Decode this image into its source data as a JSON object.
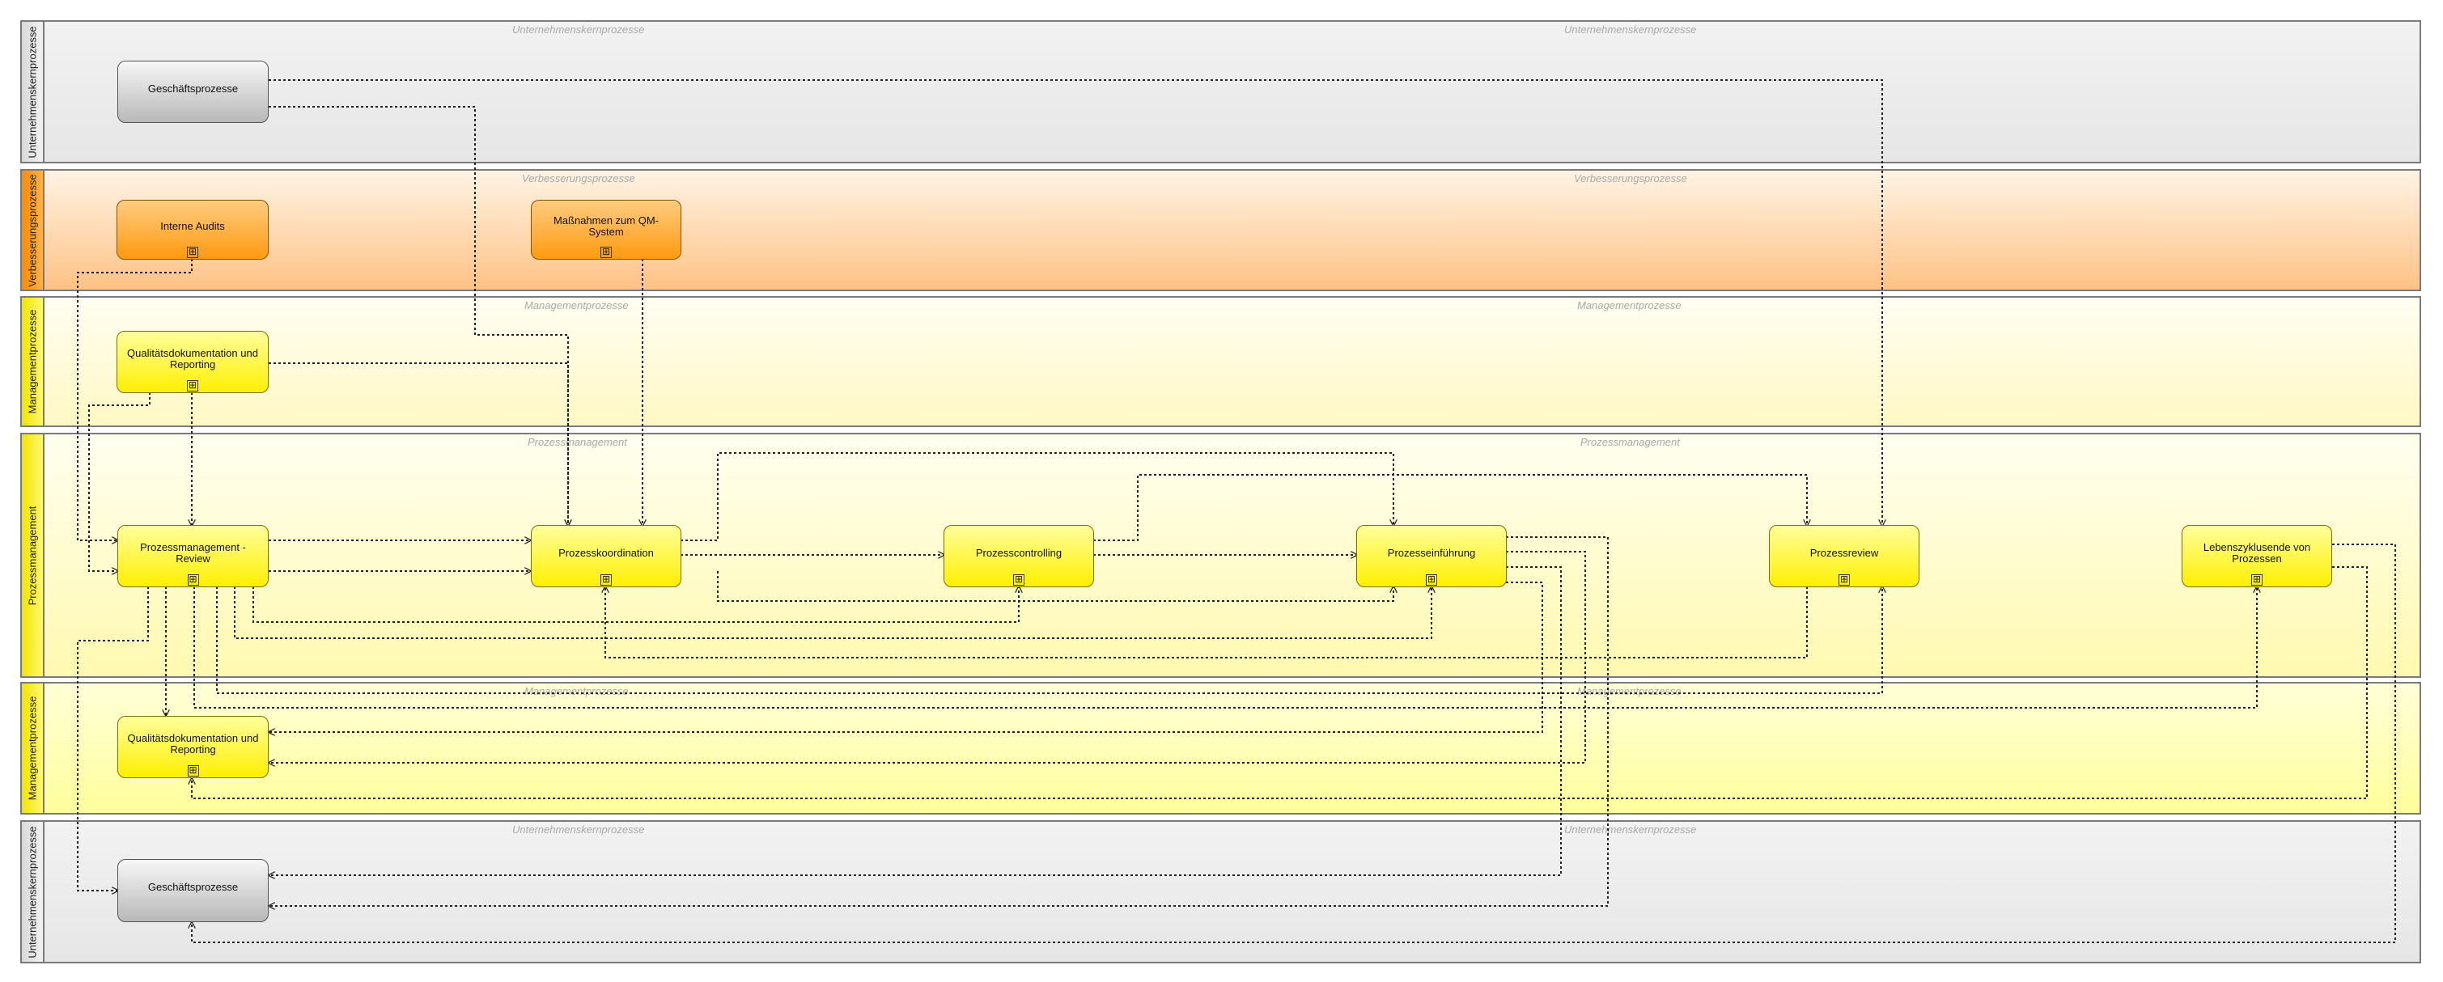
{
  "diagram": {
    "type": "process-swimlane",
    "lanes": [
      {
        "id": "lane-1",
        "title": "Unternehmenskernprozesse",
        "watermark_left": "Unternehmenskernprozesse",
        "watermark_right": "Unternehmenskernprozesse",
        "color": "#e9e9e9"
      },
      {
        "id": "lane-2",
        "title": "Verbesserungsprozesse",
        "watermark_left": "Verbesserungsprozesse",
        "watermark_right": "Verbesserungsprozesse",
        "color": "#ffc68c"
      },
      {
        "id": "lane-3",
        "title": "Managementprozesse",
        "watermark_left": "Managementprozesse",
        "watermark_right": "Managementprozesse",
        "color": "#fffbd0"
      },
      {
        "id": "lane-4",
        "title": "Prozessmanagement",
        "watermark_left": "Prozessmanagement",
        "watermark_right": "Prozessmanagement",
        "color": "#fffbc0"
      },
      {
        "id": "lane-5",
        "title": "Managementprozesse",
        "watermark_left": "Managementprozesse",
        "watermark_right": "Managementprozesse",
        "color": "#ffffa0"
      },
      {
        "id": "lane-6",
        "title": "Unternehmenskernprozesse",
        "watermark_left": "Unternehmenskernprozesse",
        "watermark_right": "Unternehmenskernprozesse",
        "color": "#e9e9e9"
      }
    ],
    "nodes": [
      {
        "id": "geschaeftsprozesse-top",
        "label": "Geschäftsprozesse",
        "style": "gray",
        "subprocess": false
      },
      {
        "id": "interne-audits",
        "label": "Interne Audits",
        "style": "orange",
        "subprocess": true
      },
      {
        "id": "massnahmen-qm",
        "label": "Maßnahmen zum QM-System",
        "style": "orange",
        "subprocess": true
      },
      {
        "id": "qualitaetsdoku-top",
        "label": "Qualitätsdokumentation und Reporting",
        "style": "yellow",
        "subprocess": true
      },
      {
        "id": "pm-review",
        "label": "Prozessmanagement - Review",
        "style": "yellow",
        "subprocess": true
      },
      {
        "id": "prozesskoordination",
        "label": "Prozesskoordination",
        "style": "yellow",
        "subprocess": true
      },
      {
        "id": "prozesscontrolling",
        "label": "Prozesscontrolling",
        "style": "yellow",
        "subprocess": true
      },
      {
        "id": "prozesseinfuehrung",
        "label": "Prozesseinführung",
        "style": "yellow",
        "subprocess": true
      },
      {
        "id": "prozessreview",
        "label": "Prozessreview",
        "style": "yellow",
        "subprocess": true
      },
      {
        "id": "lebenszyklus",
        "label": "Lebenszyklusende von Prozessen",
        "style": "yellow",
        "subprocess": true
      },
      {
        "id": "qualitaetsdoku-bottom",
        "label": "Qualitätsdokumentation und Reporting",
        "style": "yellow",
        "subprocess": true
      },
      {
        "id": "geschaeftsprozesse-bottom",
        "label": "Geschäftsprozesse",
        "style": "gray",
        "subprocess": false
      }
    ],
    "subprocess_marker": "⊞",
    "edge_style": "dotted",
    "edge_color": "#222222"
  }
}
